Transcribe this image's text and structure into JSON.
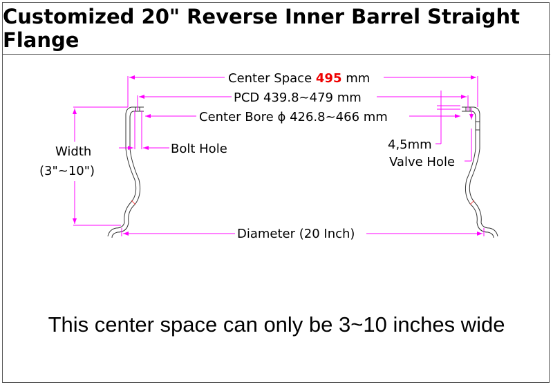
{
  "title": "Customized 20\" Reverse Inner Barrel Straight Flange",
  "labels": {
    "center_space_prefix": "Center Space ",
    "center_space_value": "495",
    "center_space_unit": " mm",
    "pcd": "PCD 439.8~479 mm",
    "center_bore": "Center Bore ϕ 426.8~466 mm",
    "width": "Width",
    "width_range": "(3\"~10\")",
    "bolt_hole": "Bolt Hole",
    "valve_size": "4,5mm",
    "valve_hole": "Valve Hole",
    "diameter": "Diameter (20 Inch)"
  },
  "footer": "This center space can only be 3~10 inches wide",
  "colors": {
    "dimension": "#ff00ff",
    "highlight": "#ff0000"
  }
}
